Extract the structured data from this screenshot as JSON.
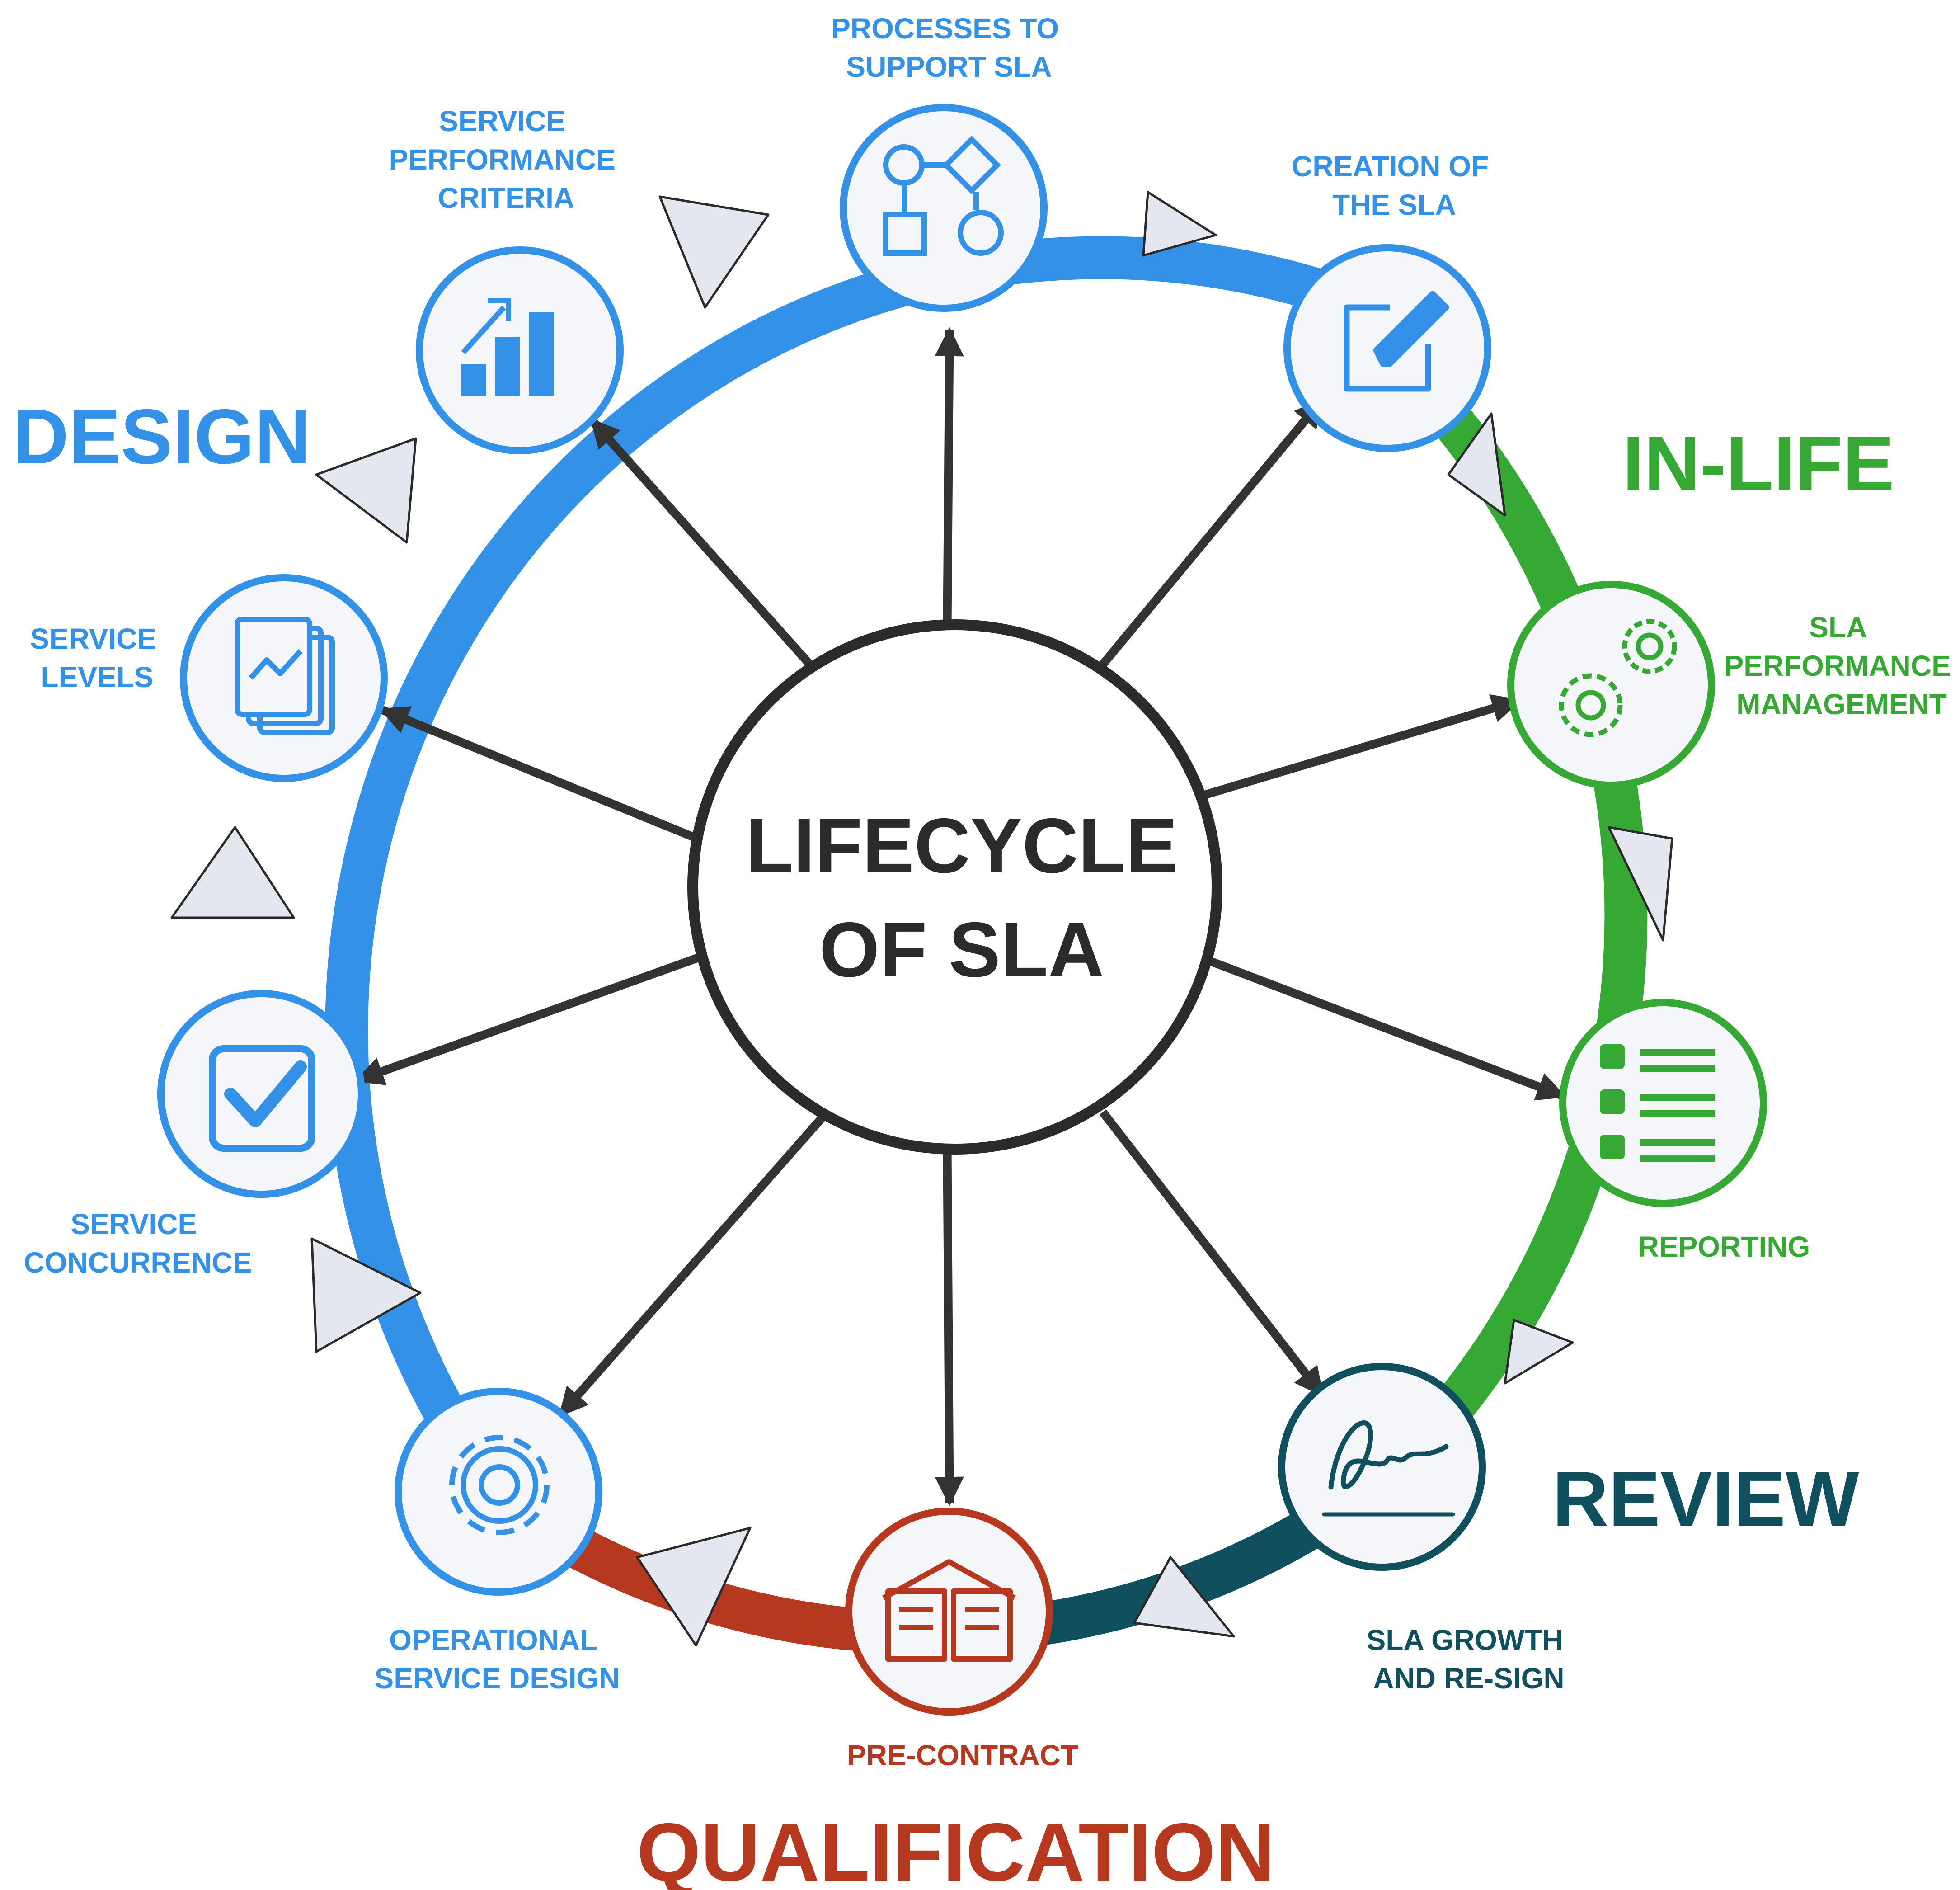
{
  "center": {
    "line1": "LIFECYCLE",
    "line2": "OF SLA"
  },
  "phases": {
    "design": "DESIGN",
    "in_life": "IN-LIFE",
    "review": "REVIEW",
    "qualification": "QUALIFICATION"
  },
  "stages": {
    "processes": {
      "line1": "PROCESSES TO",
      "line2": "SUPPORT SLA"
    },
    "creation": {
      "line1": "CREATION OF",
      "line2": "THE SLA"
    },
    "sla_performance": {
      "line1": "SLA",
      "line2": "PERFORMANCE",
      "line3": "MANAGEMENT"
    },
    "reporting": {
      "line1": "REPORTING"
    },
    "growth": {
      "line1": "SLA GROWTH",
      "line2": "AND RE-SIGN"
    },
    "pre_contract": {
      "line1": "PRE-CONTRACT"
    },
    "operational": {
      "line1": "OPERATIONAL",
      "line2": "SERVICE DESIGN"
    },
    "concurrence": {
      "line1": "SERVICE",
      "line2": "CONCURRENCE"
    },
    "levels": {
      "line1": "SERVICE",
      "line2": "LEVELS"
    },
    "criteria": {
      "line1": "SERVICE",
      "line2": "PERFORMANCE",
      "line3": "CRITERIA"
    }
  },
  "icons": {
    "processes": "flowchart-icon",
    "creation": "edit-document-icon",
    "sla_performance": "gears-icon",
    "reporting": "list-icon",
    "growth": "signature-icon",
    "pre_contract": "book-icon",
    "operational": "gear-icon",
    "concurrence": "checkbox-icon",
    "levels": "report-pages-icon",
    "criteria": "bar-chart-icon"
  },
  "colors": {
    "design": "#3391e8",
    "in_life": "#35a934",
    "review": "#10505e",
    "qualification": "#b5381f",
    "center": "#2b2b2b",
    "node_fill": "#f4f6f9"
  }
}
